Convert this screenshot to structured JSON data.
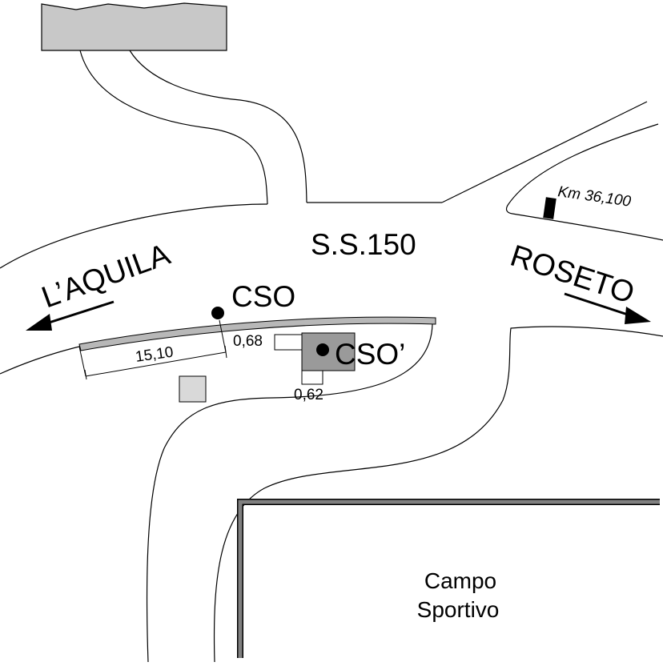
{
  "map": {
    "road_name": "S.S.150",
    "direction_left": "L’AQUILA",
    "direction_right": "ROSETO",
    "km_marker": "Km 36,100",
    "point_cso": "CSO",
    "point_cso_prime": "CSO’",
    "dim_length": "15,10",
    "dim_offset_y": "0,68",
    "dim_offset_x": "0,62",
    "sports_field": {
      "line1": "Campo",
      "line2": "Sportivo"
    }
  },
  "colors": {
    "curb_fill": "#b8b8b8",
    "building_fill": "#c8c8c8",
    "manhole_fill": "#9a9a9a",
    "small_box_fill": "#d9d9d9",
    "wall_stroke": "#808080",
    "ink": "#000000"
  }
}
